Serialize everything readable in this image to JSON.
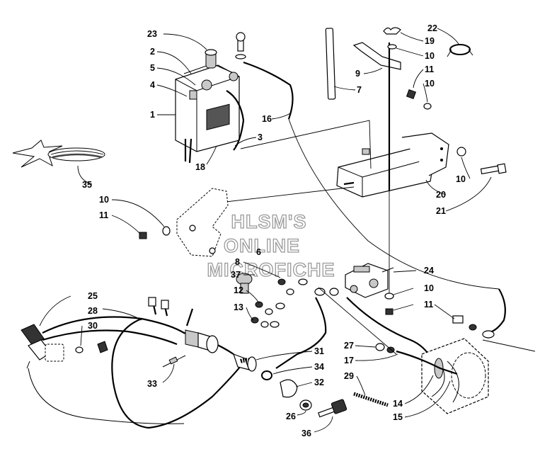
{
  "watermark": {
    "line1": "HLSM'S",
    "line2": "ONLINE",
    "line3": "MICROFICHE"
  },
  "logo": {
    "name": "snowflake-brand-logo"
  },
  "callouts": [
    {
      "id": "c23",
      "label": "23"
    },
    {
      "id": "c2",
      "label": "2"
    },
    {
      "id": "c5",
      "label": "5"
    },
    {
      "id": "c4",
      "label": "4"
    },
    {
      "id": "c1",
      "label": "1"
    },
    {
      "id": "c18",
      "label": "18"
    },
    {
      "id": "c3",
      "label": "3"
    },
    {
      "id": "c16",
      "label": "16"
    },
    {
      "id": "c22",
      "label": "22"
    },
    {
      "id": "c19",
      "label": "19"
    },
    {
      "id": "c10a",
      "label": "10"
    },
    {
      "id": "c9",
      "label": "9"
    },
    {
      "id": "c11a",
      "label": "11"
    },
    {
      "id": "c10b",
      "label": "10"
    },
    {
      "id": "c7",
      "label": "7"
    },
    {
      "id": "c35",
      "label": "35"
    },
    {
      "id": "c10c",
      "label": "10"
    },
    {
      "id": "c11b",
      "label": "11"
    },
    {
      "id": "c10d",
      "label": "10"
    },
    {
      "id": "c20",
      "label": "20"
    },
    {
      "id": "c21",
      "label": "21"
    },
    {
      "id": "c6",
      "label": "6"
    },
    {
      "id": "c8",
      "label": "8"
    },
    {
      "id": "c37",
      "label": "37"
    },
    {
      "id": "c24",
      "label": "24"
    },
    {
      "id": "c12",
      "label": "12"
    },
    {
      "id": "c13",
      "label": "13"
    },
    {
      "id": "c10e",
      "label": "10"
    },
    {
      "id": "c11c",
      "label": "11"
    },
    {
      "id": "c25",
      "label": "25"
    },
    {
      "id": "c28",
      "label": "28"
    },
    {
      "id": "c30",
      "label": "30"
    },
    {
      "id": "c31",
      "label": "31"
    },
    {
      "id": "c34",
      "label": "34"
    },
    {
      "id": "c32",
      "label": "32"
    },
    {
      "id": "c33",
      "label": "33"
    },
    {
      "id": "c26",
      "label": "26"
    },
    {
      "id": "c36",
      "label": "36"
    },
    {
      "id": "c27",
      "label": "27"
    },
    {
      "id": "c17",
      "label": "17"
    },
    {
      "id": "c29",
      "label": "29"
    },
    {
      "id": "c14",
      "label": "14"
    },
    {
      "id": "c15",
      "label": "15"
    }
  ]
}
